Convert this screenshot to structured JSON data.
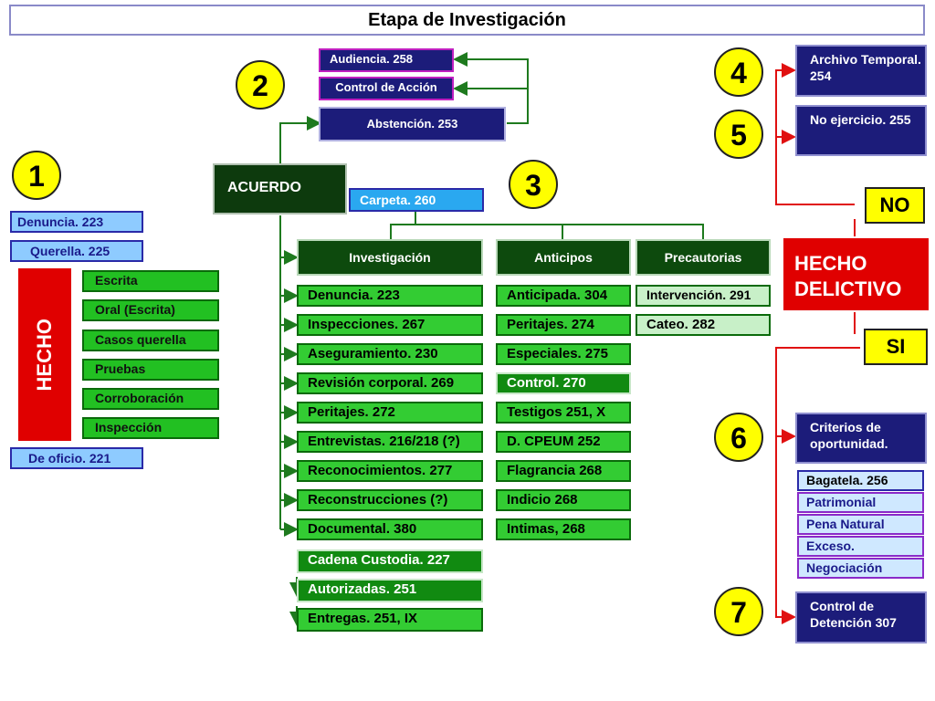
{
  "title": "Etapa de Investigación",
  "numbers": [
    "1",
    "2",
    "3",
    "4",
    "5",
    "6",
    "7"
  ],
  "left": {
    "denuncia": "Denuncia. 223",
    "querella": "Querella. 225",
    "hecho": "HECHO",
    "items": [
      "Escrita",
      "Oral (Escrita)",
      "Casos querella",
      "Pruebas",
      "Corroboración",
      "Inspección"
    ],
    "de_oficio": "De oficio. 221"
  },
  "top": {
    "audiencia": "Audiencia. 258",
    "control_accion": "Control de Acción",
    "abstencion": "Abstención. 253",
    "acuerdo": "ACUERDO",
    "carpeta": "Carpeta. 260"
  },
  "headers": {
    "investigacion": "Investigación",
    "anticipos": "Anticipos",
    "precautorias": "Precautorias"
  },
  "investigacion_items": [
    "Denuncia. 223",
    "Inspecciones. 267",
    "Aseguramiento. 230",
    "Revisión corporal. 269",
    "Peritajes. 272",
    "Entrevistas. 216/218 (?)",
    "Reconocimientos. 277",
    "Reconstrucciones (?)",
    "Documental. 380",
    "Cadena Custodia. 227",
    "Autorizadas. 251",
    "Entregas. 251, IX"
  ],
  "anticipos_items": [
    "Anticipada. 304",
    "Peritajes. 274",
    "Especiales. 275",
    "Control. 270",
    "Testigos 251, X",
    "D. CPEUM 252",
    "Flagrancia 268",
    "Indicio 268",
    "Intimas, 268"
  ],
  "precautorias_items": [
    "Intervención. 291",
    "Cateo. 282"
  ],
  "right": {
    "archivo": "Archivo Temporal. 254",
    "no_ejercicio": "No ejercicio. 255",
    "no": "NO",
    "hecho_delictivo": "HECHO DELICTIVO",
    "si": "SI",
    "criterios": "Criterios de oportunidad.",
    "criterios_items": [
      "Bagatela. 256",
      "Patrimonial",
      "Pena Natural",
      "Exceso.",
      "Negociación"
    ],
    "control_detencion": "Control de Detención 307"
  },
  "colors": {
    "line_green": "#1e7a1e",
    "line_red": "#e01010",
    "accent_red": "#e00000",
    "accent_yellow": "#ffff00"
  }
}
